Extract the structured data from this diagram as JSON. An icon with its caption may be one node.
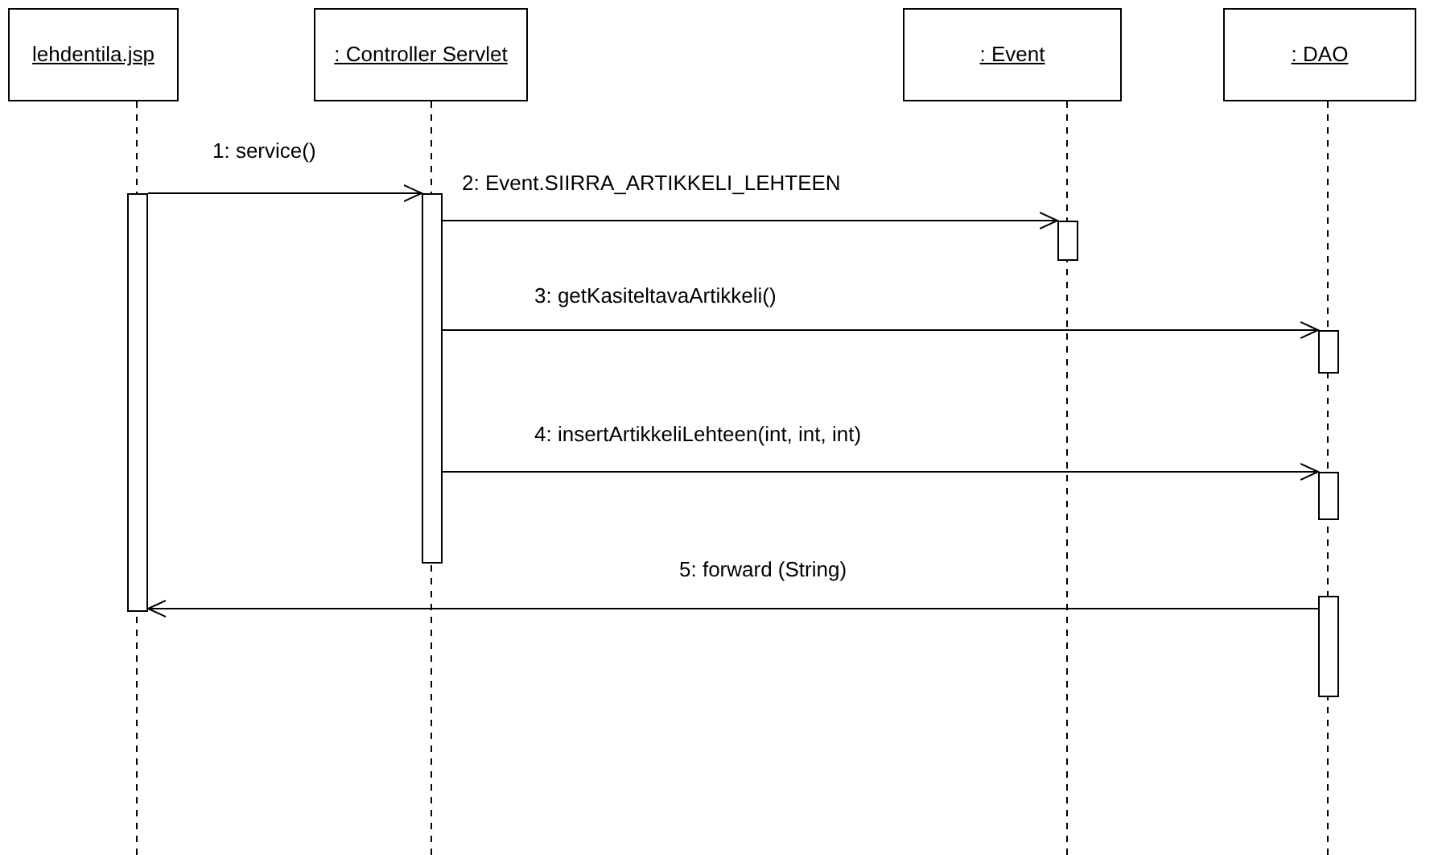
{
  "diagram": {
    "nodes": [
      {
        "text": [
          "lehdentila.jsp"
        ]
      },
      {
        "text": [
          ": Controller Servlet"
        ]
      },
      {
        "text": [
          ": Event"
        ]
      },
      {
        "text": [
          ": DAO"
        ]
      },
      {
        "text": [],
        "shape": "bar"
      },
      {
        "text": [],
        "shape": "bar"
      },
      {
        "text": [],
        "shape": "bar"
      },
      {
        "text": [],
        "shape": "bar"
      },
      {
        "text": [],
        "shape": "bar"
      },
      {
        "text": [],
        "shape": "bar"
      }
    ],
    "edges": [
      {
        "from": 4,
        "to": 5,
        "arrow": "to",
        "label": "1: service()"
      },
      {
        "from": 5,
        "to": 6,
        "arrow": "to",
        "label": "2: Event.SIIRRA_ARTIKKELI_LEHTEEN"
      },
      {
        "from": 5,
        "to": 7,
        "arrow": "to",
        "label": "3: getKasiteltavaArtikkeli()"
      },
      {
        "from": 5,
        "to": 8,
        "arrow": "to",
        "label": "4: insertArtikkeliLehteen(int, int, int)"
      },
      {
        "from": 9,
        "to": 4,
        "arrow": "to",
        "label": "5: forward (String)"
      }
    ]
  }
}
